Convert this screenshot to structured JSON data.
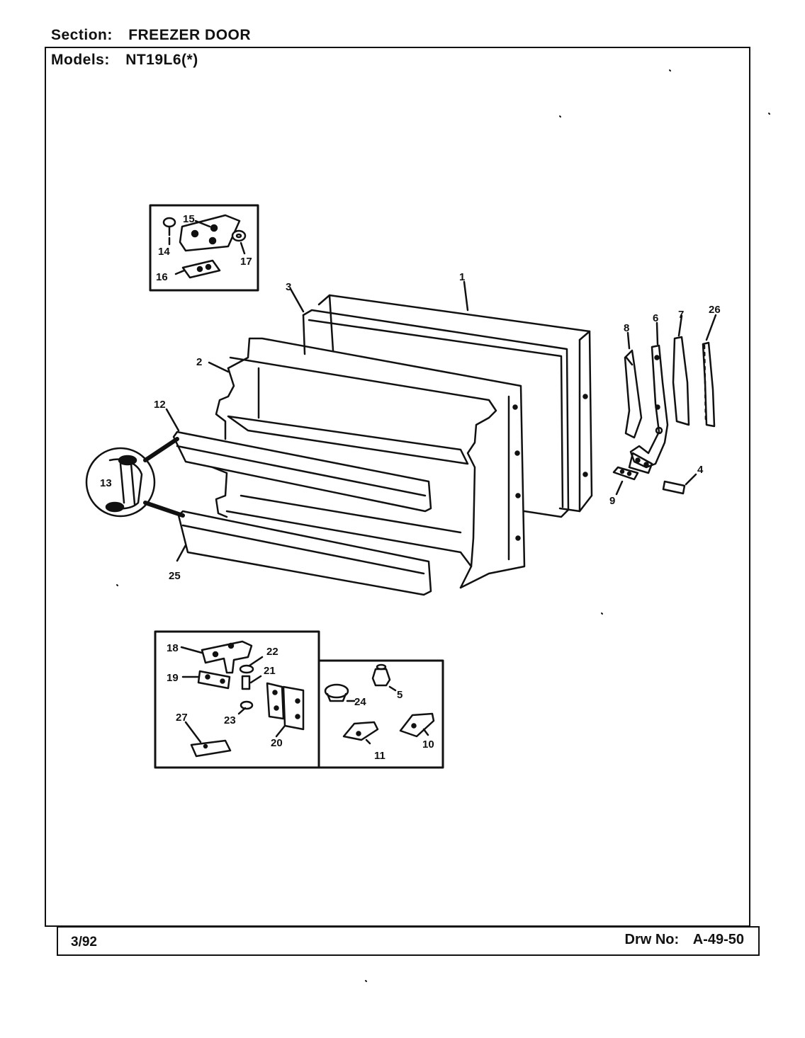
{
  "header": {
    "section_label": "Section:",
    "section_value": "FREEZER DOOR",
    "models_label": "Models:",
    "models_value": "NT19L6(*)"
  },
  "footer": {
    "date": "3/92",
    "drawing_label": "Drw No:",
    "drawing_value": "A-49-50"
  },
  "callouts": {
    "p1": "1",
    "p2": "2",
    "p3": "3",
    "p4": "4",
    "p5": "5",
    "p6": "6",
    "p7": "7",
    "p8": "8",
    "p9": "9",
    "p10": "10",
    "p11": "11",
    "p12": "12",
    "p13": "13",
    "p14": "14",
    "p15": "15",
    "p16": "16",
    "p17": "17",
    "p18": "18",
    "p19": "19",
    "p20": "20",
    "p21": "21",
    "p22": "22",
    "p23": "23",
    "p24": "24",
    "p25": "25",
    "p26": "26",
    "p27": "27"
  }
}
